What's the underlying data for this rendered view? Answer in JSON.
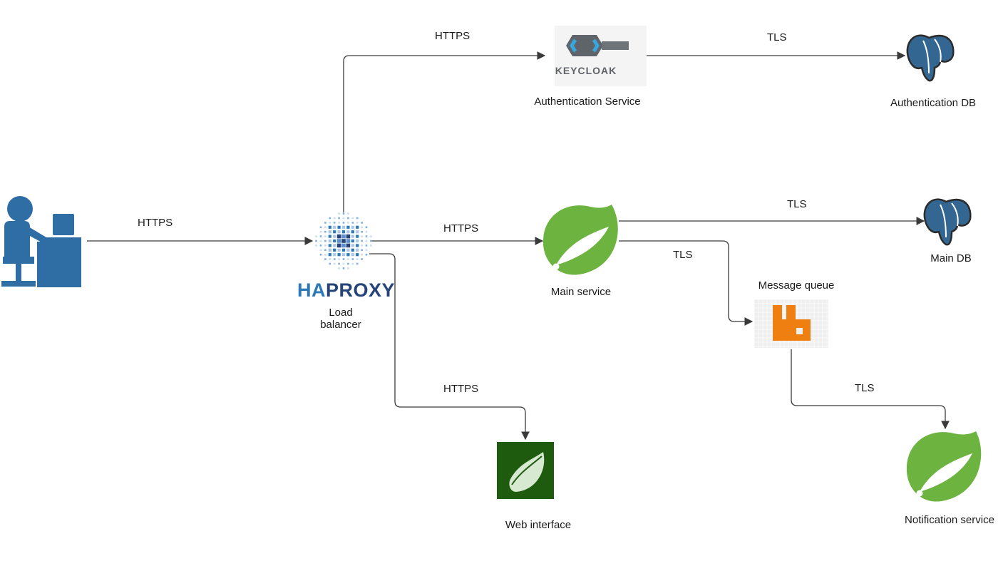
{
  "nodes": {
    "user": {
      "icon": "user-at-computer-icon"
    },
    "load_balancer": {
      "logo_ha": "HA",
      "logo_proxy": "PROXY",
      "label_line1": "Load",
      "label_line2": "balancer",
      "icon": "haproxy-icon"
    },
    "auth_service": {
      "logo_text": "KEYCLOAK",
      "label": "Authentication Service",
      "icon": "keycloak-icon"
    },
    "auth_db": {
      "label": "Authentication DB",
      "icon": "postgresql-icon"
    },
    "main_service": {
      "label": "Main service",
      "icon": "spring-icon"
    },
    "main_db": {
      "label": "Main DB",
      "icon": "postgresql-icon"
    },
    "message_queue": {
      "label": "Message queue",
      "icon": "rabbitmq-icon"
    },
    "web_interface": {
      "label": "Web interface",
      "icon": "spring-tool-icon"
    },
    "notification_service": {
      "label": "Notification service",
      "icon": "spring-icon"
    }
  },
  "edges": [
    {
      "from": "user",
      "to": "load_balancer",
      "label": "HTTPS"
    },
    {
      "from": "load_balancer",
      "to": "auth_service",
      "label": "HTTPS"
    },
    {
      "from": "auth_service",
      "to": "auth_db",
      "label": "TLS"
    },
    {
      "from": "load_balancer",
      "to": "main_service",
      "label": "HTTPS"
    },
    {
      "from": "main_service",
      "to": "main_db",
      "label": "TLS"
    },
    {
      "from": "main_service",
      "to": "message_queue",
      "label": "TLS"
    },
    {
      "from": "load_balancer",
      "to": "web_interface",
      "label": "HTTPS"
    },
    {
      "from": "message_queue",
      "to": "notification_service",
      "label": "TLS"
    }
  ],
  "colors": {
    "line": "#3a3a3a",
    "spring_green": "#6db33f",
    "postgres_blue": "#336791",
    "rabbit_orange": "#f07f12",
    "user_blue": "#2f6da5",
    "web_dark_green": "#1e5b0e"
  }
}
